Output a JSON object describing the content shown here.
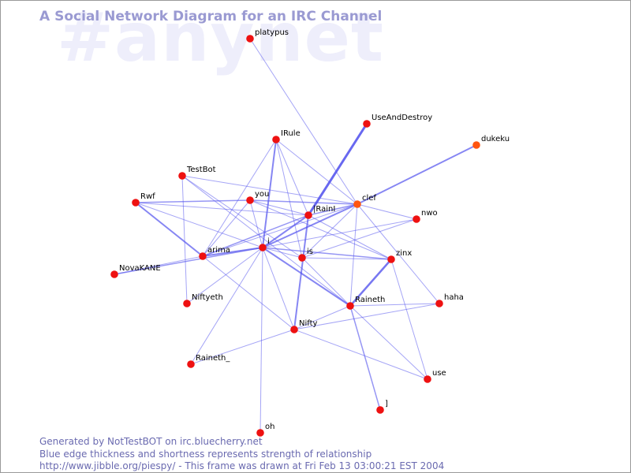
{
  "watermark": "#anynet",
  "title": "A Social Network Diagram for an IRC Channel",
  "footer": {
    "line1": "Generated by NotTestBOT on irc.bluecherry.net",
    "line2": "Blue edge thickness and shortness represents strength of relationship",
    "line3": "http://www.jibble.org/piespy/ - This frame was drawn at Fri Feb 13 03:00:21 EST 2004"
  },
  "colors": {
    "node": "#ee1111",
    "node_alt": "#ff5511",
    "edge": "#5555ee",
    "label": "#000000"
  },
  "nodes": [
    {
      "id": "platypus",
      "label": "platypus"
    },
    {
      "id": "UseAndDestroy",
      "label": "UseAndDestroy"
    },
    {
      "id": "dukeku",
      "label": "dukeku",
      "alt": true
    },
    {
      "id": "IRule",
      "label": "IRule"
    },
    {
      "id": "TestBot",
      "label": "TestBot"
    },
    {
      "id": "Rwf",
      "label": "Rwf"
    },
    {
      "id": "you",
      "label": "you"
    },
    {
      "id": "IRainI",
      "label": "|RainI"
    },
    {
      "id": "clef",
      "label": "clef",
      "alt": true
    },
    {
      "id": "nwo",
      "label": "nwo"
    },
    {
      "id": "i",
      "label": "i"
    },
    {
      "id": "arima",
      "label": "arima"
    },
    {
      "id": "is",
      "label": "is"
    },
    {
      "id": "zinx",
      "label": "zinx"
    },
    {
      "id": "NovaKANE",
      "label": "NovaKANE"
    },
    {
      "id": "Niftyeth",
      "label": "Niftyeth"
    },
    {
      "id": "Raineth",
      "label": "Raineth"
    },
    {
      "id": "haha",
      "label": "haha"
    },
    {
      "id": "Nifty",
      "label": "Nifty"
    },
    {
      "id": "Raineth_",
      "label": "Raineth_"
    },
    {
      "id": "use",
      "label": "use"
    },
    {
      "id": "bracket",
      "label": "]"
    },
    {
      "id": "oh",
      "label": "oh"
    }
  ],
  "edges": [
    {
      "from": "platypus",
      "to": "clef",
      "strength": 1
    },
    {
      "from": "UseAndDestroy",
      "to": "IRainI",
      "strength": 3
    },
    {
      "from": "dukeku",
      "to": "clef",
      "strength": 2
    },
    {
      "from": "IRule",
      "to": "i",
      "strength": 2
    },
    {
      "from": "IRule",
      "to": "IRainI",
      "strength": 1
    },
    {
      "from": "IRule",
      "to": "arima",
      "strength": 1
    },
    {
      "from": "IRule",
      "to": "clef",
      "strength": 1
    },
    {
      "from": "IRule",
      "to": "is",
      "strength": 1
    },
    {
      "from": "TestBot",
      "to": "clef",
      "strength": 1
    },
    {
      "from": "TestBot",
      "to": "is",
      "strength": 1
    },
    {
      "from": "TestBot",
      "to": "Niftyeth",
      "strength": 1
    },
    {
      "from": "TestBot",
      "to": "Raineth",
      "strength": 1
    },
    {
      "from": "Rwf",
      "to": "arima",
      "strength": 2
    },
    {
      "from": "Rwf",
      "to": "you",
      "strength": 1.5
    },
    {
      "from": "Rwf",
      "to": "IRainI",
      "strength": 1
    },
    {
      "from": "Rwf",
      "to": "i",
      "strength": 1
    },
    {
      "from": "you",
      "to": "clef",
      "strength": 1.5
    },
    {
      "from": "you",
      "to": "IRainI",
      "strength": 1
    },
    {
      "from": "you",
      "to": "i",
      "strength": 1
    },
    {
      "from": "you",
      "to": "arima",
      "strength": 1
    },
    {
      "from": "you",
      "to": "zinx",
      "strength": 1
    },
    {
      "from": "IRainI",
      "to": "i",
      "strength": 2
    },
    {
      "from": "IRainI",
      "to": "clef",
      "strength": 1.5
    },
    {
      "from": "IRainI",
      "to": "Nifty",
      "strength": 2
    },
    {
      "from": "IRainI",
      "to": "zinx",
      "strength": 1
    },
    {
      "from": "IRainI",
      "to": "arima",
      "strength": 1.5
    },
    {
      "from": "clef",
      "to": "i",
      "strength": 2
    },
    {
      "from": "clef",
      "to": "nwo",
      "strength": 1
    },
    {
      "from": "clef",
      "to": "is",
      "strength": 1
    },
    {
      "from": "clef",
      "to": "arima",
      "strength": 1
    },
    {
      "from": "clef",
      "to": "haha",
      "strength": 1
    },
    {
      "from": "clef",
      "to": "Raineth",
      "strength": 1
    },
    {
      "from": "nwo",
      "to": "i",
      "strength": 1
    },
    {
      "from": "nwo",
      "to": "is",
      "strength": 1
    },
    {
      "from": "i",
      "to": "arima",
      "strength": 2
    },
    {
      "from": "i",
      "to": "is",
      "strength": 1
    },
    {
      "from": "i",
      "to": "zinx",
      "strength": 1.5
    },
    {
      "from": "i",
      "to": "Raineth",
      "strength": 2
    },
    {
      "from": "i",
      "to": "Nifty",
      "strength": 1
    },
    {
      "from": "i",
      "to": "NovaKANE",
      "strength": 1.5
    },
    {
      "from": "i",
      "to": "Niftyeth",
      "strength": 1
    },
    {
      "from": "i",
      "to": "Raineth_",
      "strength": 1
    },
    {
      "from": "i",
      "to": "oh",
      "strength": 1
    },
    {
      "from": "arima",
      "to": "Nifty",
      "strength": 1
    },
    {
      "from": "arima",
      "to": "NovaKANE",
      "strength": 1
    },
    {
      "from": "is",
      "to": "zinx",
      "strength": 1
    },
    {
      "from": "is",
      "to": "Raineth",
      "strength": 1
    },
    {
      "from": "zinx",
      "to": "Raineth",
      "strength": 2.5
    },
    {
      "from": "zinx",
      "to": "use",
      "strength": 1
    },
    {
      "from": "Raineth",
      "to": "haha",
      "strength": 1
    },
    {
      "from": "Raineth",
      "to": "Nifty",
      "strength": 1
    },
    {
      "from": "Raineth",
      "to": "bracket",
      "strength": 1.5
    },
    {
      "from": "Raineth",
      "to": "use",
      "strength": 1
    },
    {
      "from": "Nifty",
      "to": "haha",
      "strength": 1
    },
    {
      "from": "Nifty",
      "to": "use",
      "strength": 1
    },
    {
      "from": "Nifty",
      "to": "Raineth_",
      "strength": 1
    }
  ]
}
